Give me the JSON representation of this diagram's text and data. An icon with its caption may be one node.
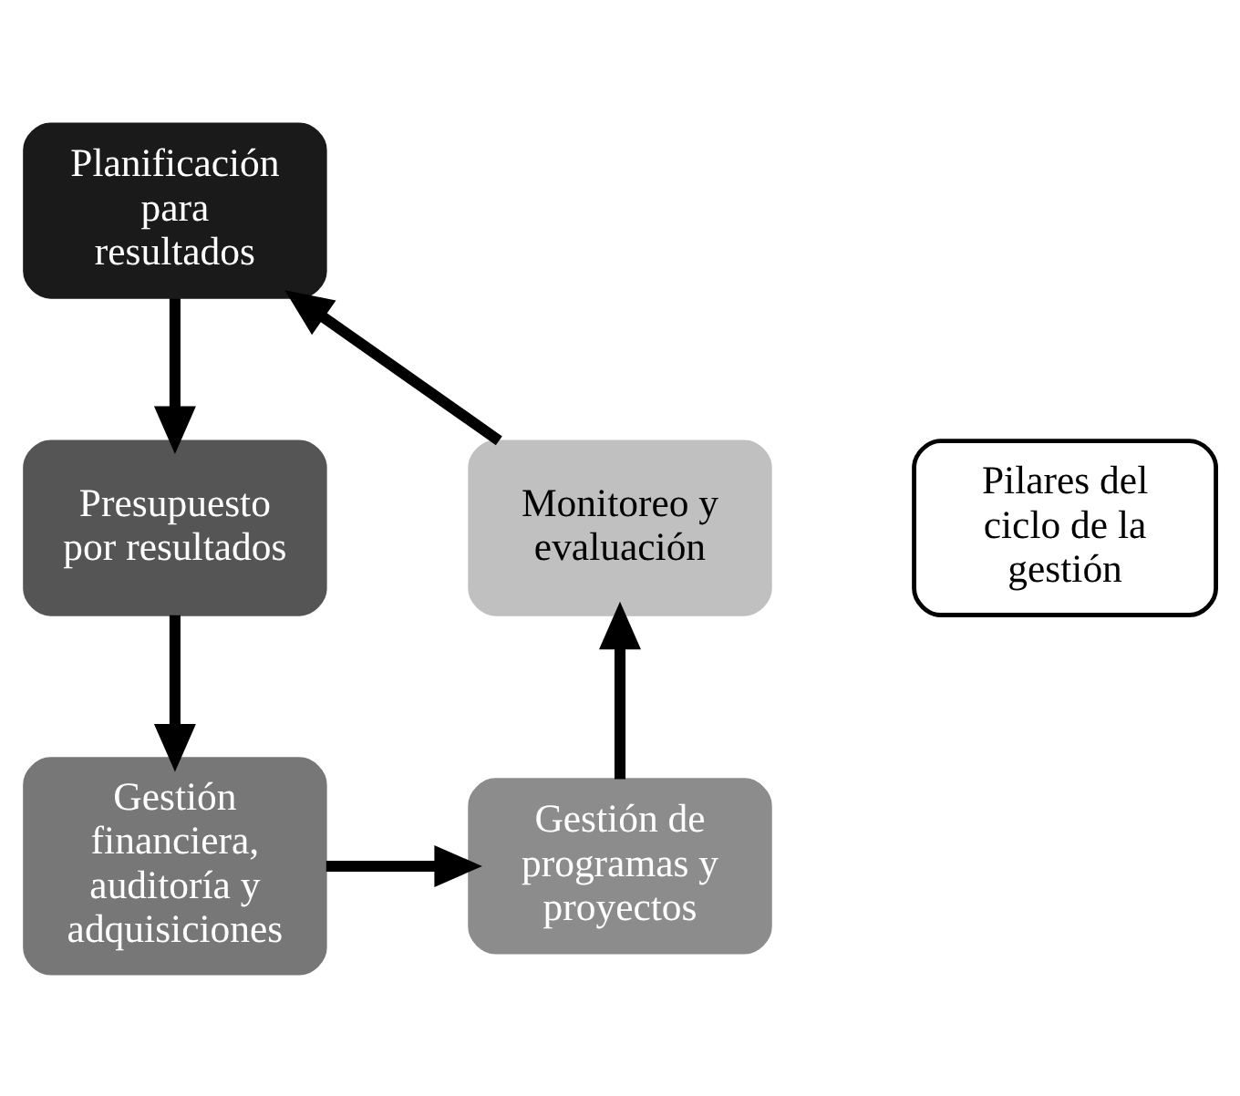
{
  "diagram": {
    "nodes": [
      {
        "text": [
          "Planificación para resultados"
        ]
      },
      {
        "text": [
          "Presupuesto por resultados"
        ]
      },
      {
        "text": [
          "Gestión financiera, auditoría y adquisiciones"
        ]
      },
      {
        "text": [
          "Gestión de programas y proyectos"
        ]
      },
      {
        "text": [
          "Monitoreo y evaluación"
        ]
      },
      {
        "text": [
          "Pilares del ciclo de la gestión"
        ]
      }
    ],
    "edges": [
      {
        "from": 0,
        "to": 1,
        "arrow": "to"
      },
      {
        "from": 1,
        "to": 2,
        "arrow": "to"
      },
      {
        "from": 2,
        "to": 3,
        "arrow": "to"
      },
      {
        "from": 3,
        "to": 4,
        "arrow": "to"
      },
      {
        "from": 4,
        "to": 0,
        "arrow": "to"
      }
    ]
  }
}
